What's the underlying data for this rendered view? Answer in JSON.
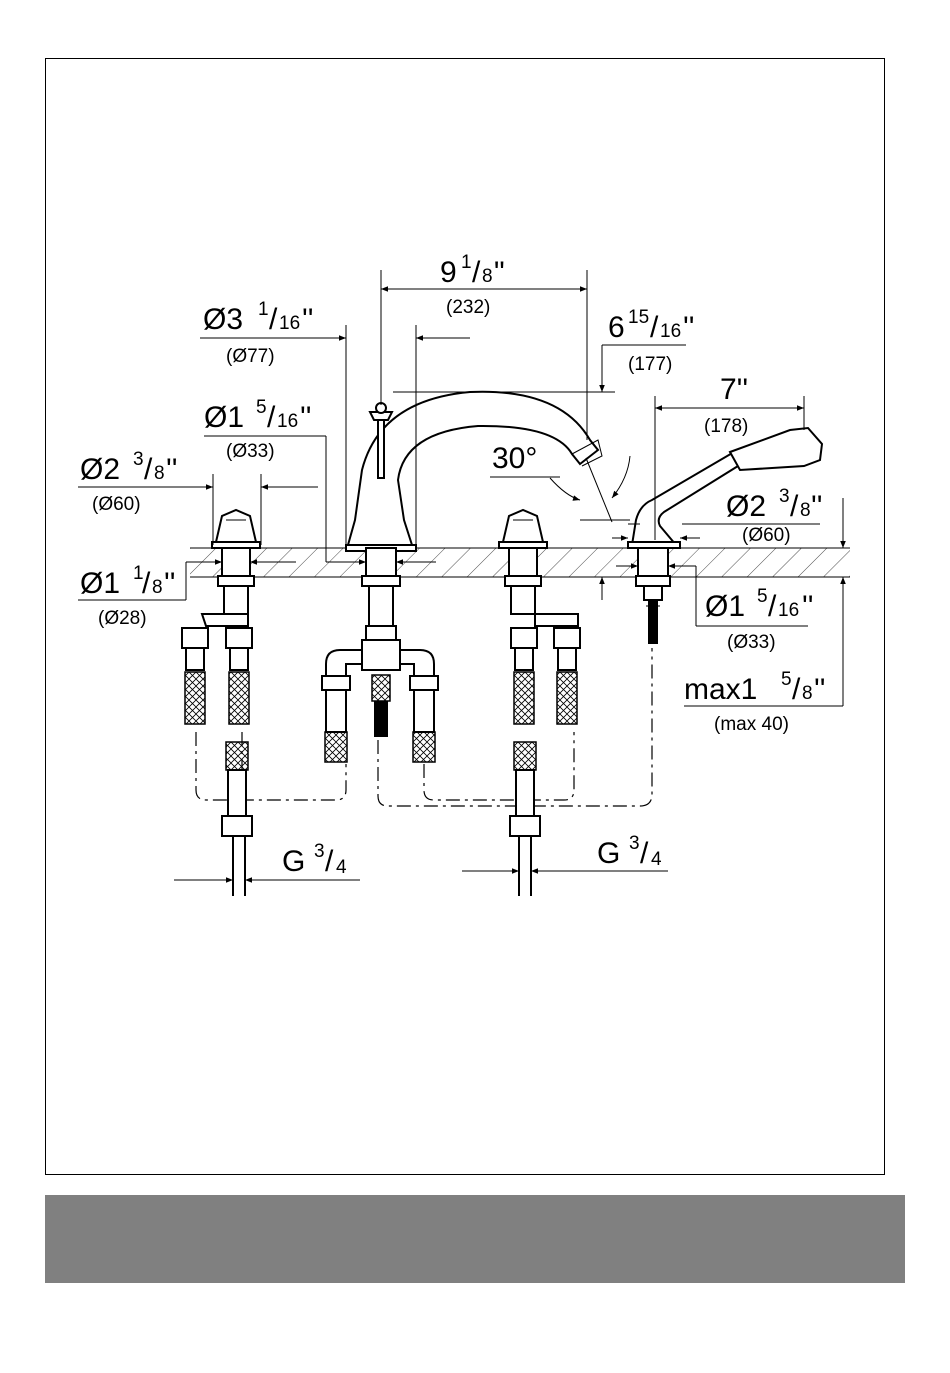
{
  "dimensions": {
    "spread": {
      "whole": "9",
      "num": "1",
      "den": "8",
      "unit": "\"",
      "mm": "(232)"
    },
    "spout_hole": {
      "prefix": "Ø3",
      "num": "1",
      "den": "16",
      "unit": "''",
      "mm": "(Ø77)"
    },
    "spout_shank": {
      "prefix": "Ø1",
      "num": "5",
      "den": "16",
      "unit": "''",
      "mm": "(Ø33)"
    },
    "handle_base_left": {
      "prefix": "Ø2",
      "num": "3",
      "den": "8",
      "unit": "''",
      "mm": "(Ø60)"
    },
    "handle_shank_left": {
      "prefix": "Ø1",
      "num": "1",
      "den": "8",
      "unit": "''",
      "mm": "(Ø28)"
    },
    "spout_height": {
      "whole": "6",
      "num": "15",
      "den": "16",
      "unit": "''",
      "mm": "(177)"
    },
    "angle": "30°",
    "handshower_length": {
      "text": "7''",
      "mm": "(178)"
    },
    "handshower_base": {
      "prefix": "Ø2",
      "num": "3",
      "den": "8",
      "unit": "''",
      "mm": "(Ø60)"
    },
    "handshower_shank": {
      "prefix": "Ø1",
      "num": "5",
      "den": "16",
      "unit": "''",
      "mm": "(Ø33)"
    },
    "deck_thickness": {
      "prefix": "max1",
      "num": "5",
      "den": "8",
      "unit": "''",
      "mm": "(max 40)"
    },
    "connection_left": {
      "prefix": "G",
      "num": "3",
      "den": "4"
    },
    "connection_right": {
      "prefix": "G",
      "num": "3",
      "den": "4"
    }
  }
}
